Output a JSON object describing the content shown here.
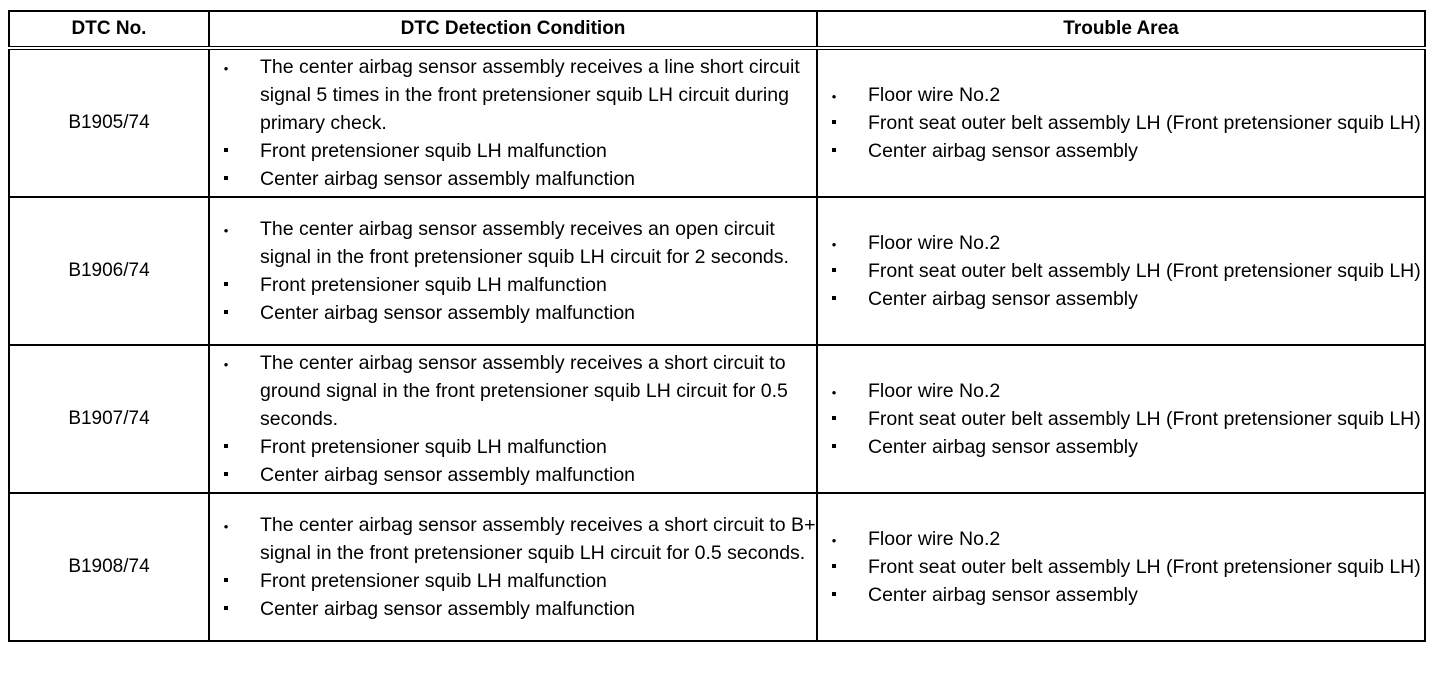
{
  "headers": {
    "dtc_no": "DTC No.",
    "condition": "DTC Detection Condition",
    "trouble_area": "Trouble Area"
  },
  "rows": [
    {
      "code": "B1905/74",
      "conditions": [
        "The center airbag sensor assembly receives a line short circuit signal 5 times in the front pretensioner squib LH circuit during primary check.",
        "Front pretensioner squib LH malfunction",
        "Center airbag sensor assembly malfunction"
      ],
      "areas": [
        "Floor wire No.2",
        "Front seat outer belt assembly LH (Front pretensioner squib LH)",
        "Center airbag sensor assembly"
      ]
    },
    {
      "code": "B1906/74",
      "conditions": [
        "The center airbag sensor assembly receives an open circuit signal in the front pretensioner squib LH circuit for 2 seconds.",
        "Front pretensioner squib LH malfunction",
        "Center airbag sensor assembly malfunction"
      ],
      "areas": [
        "Floor wire No.2",
        "Front seat outer belt assembly LH (Front pretensioner squib LH)",
        "Center airbag sensor assembly"
      ]
    },
    {
      "code": "B1907/74",
      "conditions": [
        "The center airbag sensor assembly receives a short circuit to ground signal in the front pretensioner squib LH circuit for 0.5 seconds.",
        "Front pretensioner squib LH malfunction",
        "Center airbag sensor assembly malfunction"
      ],
      "areas": [
        "Floor wire No.2",
        "Front seat outer belt assembly LH (Front pretensioner squib LH)",
        "Center airbag sensor assembly"
      ]
    },
    {
      "code": "B1908/74",
      "conditions": [
        "The center airbag sensor assembly receives a short circuit to B+ signal in the front pretensioner squib LH circuit for 0.5 seconds.",
        "Front pretensioner squib LH malfunction",
        "Center airbag sensor assembly malfunction"
      ],
      "areas": [
        "Floor wire No.2",
        "Front seat outer belt assembly LH (Front pretensioner squib LH)",
        "Center airbag sensor assembly"
      ]
    }
  ]
}
